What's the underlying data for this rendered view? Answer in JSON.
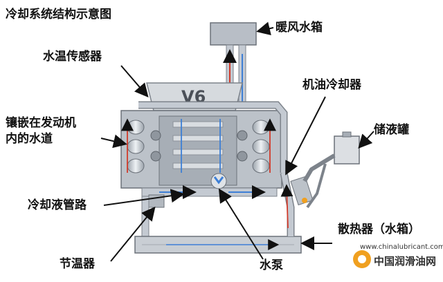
{
  "diagram": {
    "title": "冷却系统结构示意图",
    "engine_mark": "V6",
    "labels": {
      "heater_core": "暖风水箱",
      "temp_sensor": "水温传感器",
      "oil_cooler": "机油冷却器",
      "water_jacket_line1": "镶嵌在发动机",
      "water_jacket_line2": "内的水道",
      "reservoir": "储液罐",
      "coolant_pipes": "冷却液管路",
      "radiator": "散热器（水箱）",
      "thermostat": "节温器",
      "water_pump": "水泵"
    },
    "watermark": {
      "url": "www.chinalubricant.com",
      "name": "中国润滑油网"
    },
    "colors": {
      "pipe_fill": "#c4cad2",
      "flow_red": "#d23a2a",
      "flow_blue": "#3d7fd6",
      "engine_gray": "#b9bfc7",
      "logo_orange": "#f0a020"
    }
  }
}
